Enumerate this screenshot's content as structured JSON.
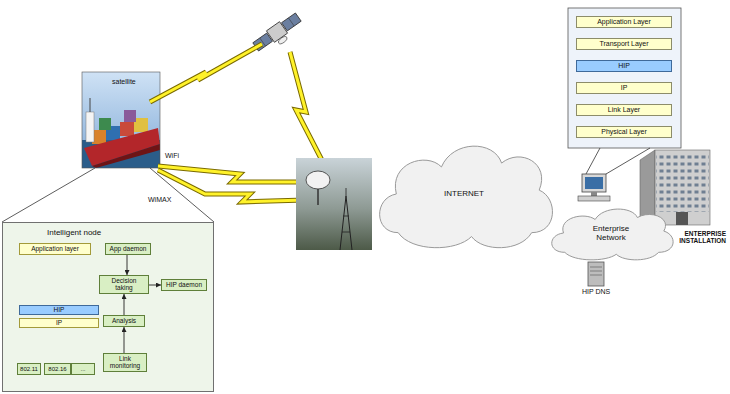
{
  "diagram": {
    "nodes": [
      {
        "text": [
          "Application Layer"
        ]
      },
      {
        "text": [
          "Transport Layer"
        ]
      },
      {
        "text": [
          "HIP"
        ]
      },
      {
        "text": [
          "IP"
        ]
      },
      {
        "text": [
          "Link Layer"
        ]
      },
      {
        "text": [
          "Physical Layer"
        ]
      },
      {
        "text": [
          "INTERNET"
        ]
      },
      {
        "text": [
          "Enterprise Network"
        ]
      },
      {
        "text": [
          "Intelligent node"
        ]
      },
      {
        "text": [
          "Application layer"
        ],
        "in": 8
      },
      {
        "text": [
          "App daemon"
        ],
        "in": 8
      },
      {
        "text": [
          "Decision taking"
        ],
        "in": 8
      },
      {
        "text": [
          "HIP daemon"
        ],
        "in": 8
      },
      {
        "text": [
          "HIP"
        ],
        "in": 8
      },
      {
        "text": [
          "IP"
        ],
        "in": 8
      },
      {
        "text": [
          "Analysis"
        ],
        "in": 8
      },
      {
        "text": [
          "802.11"
        ],
        "in": 8
      },
      {
        "text": [
          "802.16"
        ],
        "in": 8
      },
      {
        "text": [
          "..."
        ],
        "in": 8
      },
      {
        "text": [
          "Link monitoring"
        ],
        "in": 8
      }
    ],
    "edges": [
      {
        "from": 10,
        "to": 11,
        "arrow": "to"
      },
      {
        "from": 11,
        "to": 12,
        "arrow": "to"
      },
      {
        "from": 15,
        "to": 11,
        "arrow": "to"
      },
      {
        "from": 19,
        "to": 15,
        "arrow": "to"
      }
    ],
    "labels": [
      "satellite",
      "WiFi",
      "WiMAX",
      "HIP DNS",
      "ENTERPRISE INSTALLATION"
    ]
  }
}
